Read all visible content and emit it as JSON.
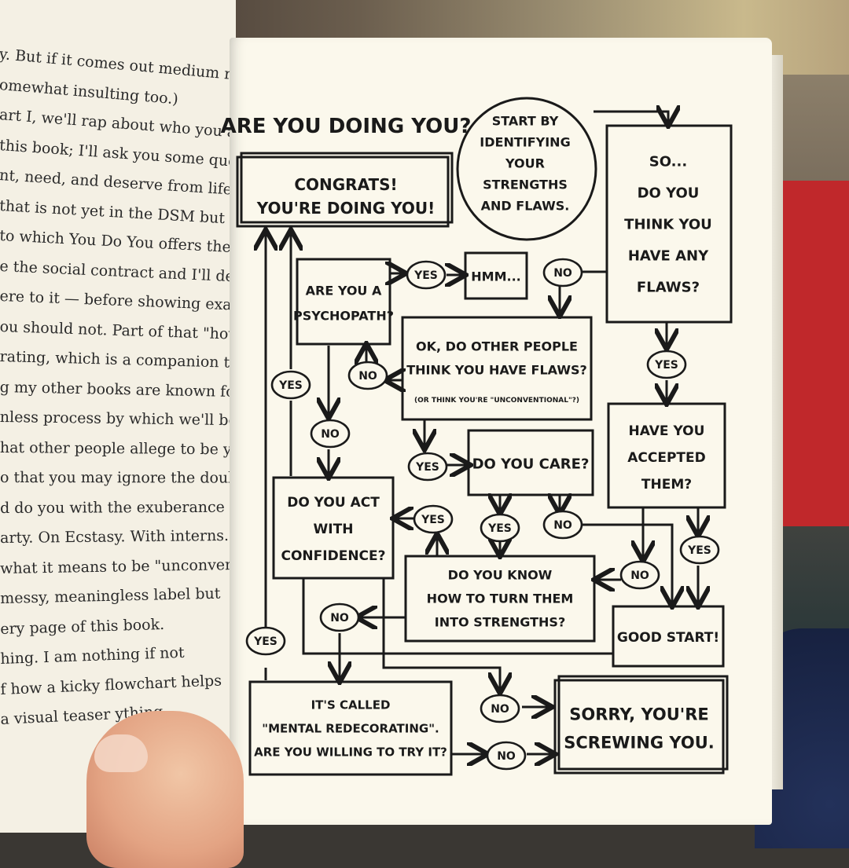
{
  "left_page": {
    "lines": [
      "y. But if it comes out medium rare, yo",
      "omewhat insulting too.)",
      "art I, we'll rap about who you are and",
      "this book; I'll ask you some questions",
      "nt, need, and deserve from life; and",
      " that is not yet in the DSM but cer-",
      "to which You Do You offers the cure.",
      "e the social contract and I'll describe",
      "ere to it — before showing exactly",
      "ou should not. Part of that \"how\"",
      "rating, which is a companion to",
      "g my other books are known for.",
      "nless process by which we'll be",
      "hat other people allege to be your",
      "o that you may ignore the doubt-",
      "d do you with the exuberance of",
      "arty. On Ecstasy. With interns.",
      "what it means to be \"unconven-",
      " messy, meaningless label but",
      "ery page of this book.",
      "hing. I am nothing if not",
      "f how a kicky flowchart helps",
      "a visual teaser              ything"
    ]
  },
  "flowchart": {
    "title": "ARE YOU DOING YOU?",
    "start": [
      "START BY",
      "IDENTIFYING",
      "YOUR",
      "STRENGTHS",
      "AND FLAWS."
    ],
    "congrats": [
      "CONGRATS!",
      "YOU'RE DOING YOU!"
    ],
    "any_flaws": [
      "SO...",
      "DO YOU",
      "THINK YOU",
      "HAVE ANY",
      "FLAWS?"
    ],
    "psychopath": [
      "ARE YOU A",
      "PSYCHOPATH?"
    ],
    "hmm": "HMM...",
    "others_think": [
      "OK, DO OTHER PEOPLE",
      "THINK YOU HAVE FLAWS?",
      "(OR THINK YOU'RE \"UNCONVENTIONAL\"?)"
    ],
    "do_you_care": "DO YOU CARE?",
    "accepted": [
      "HAVE YOU",
      "ACCEPTED",
      "THEM?"
    ],
    "confidence": [
      "DO YOU ACT",
      "WITH",
      "CONFIDENCE?"
    ],
    "strengths": [
      "DO YOU KNOW",
      "HOW TO TURN THEM",
      "INTO STRENGTHS?"
    ],
    "good_start": "GOOD START!",
    "mental": [
      "IT'S CALLED",
      "\"MENTAL REDECORATING\".",
      "ARE YOU WILLING TO TRY IT?"
    ],
    "sorry": [
      "SORRY, YOU'RE",
      "SCREWING YOU."
    ],
    "yes": "YES",
    "no": "NO"
  }
}
